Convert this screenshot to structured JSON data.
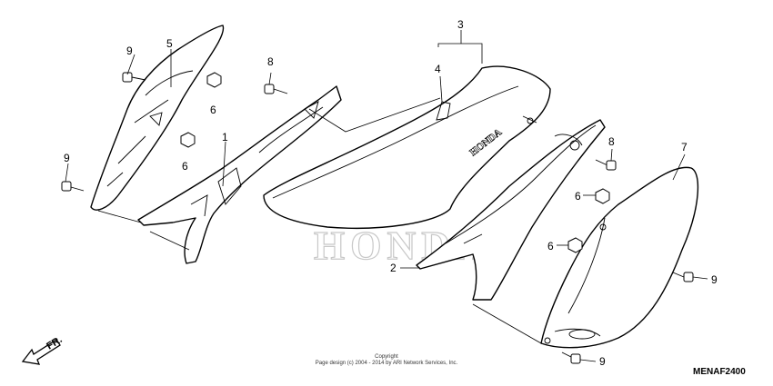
{
  "callouts": {
    "c1": "1",
    "c2": "2",
    "c3": "3",
    "c4": "4",
    "c5": "5",
    "c6a": "6",
    "c6b": "6",
    "c6c": "6",
    "c6d": "6",
    "c7": "7",
    "c8a": "8",
    "c8b": "8",
    "c9a": "9",
    "c9b": "9",
    "c9c": "9",
    "c9d": "9"
  },
  "front_arrow_label": "FR.",
  "seat_brand_text": "HONDA",
  "watermark_text": "HONDA",
  "copyright_line1": "Copyright",
  "copyright_line2": "Page design (c) 2004 - 2014 by ARI Network Services, Inc.",
  "diagram_code": "MENAF2400"
}
